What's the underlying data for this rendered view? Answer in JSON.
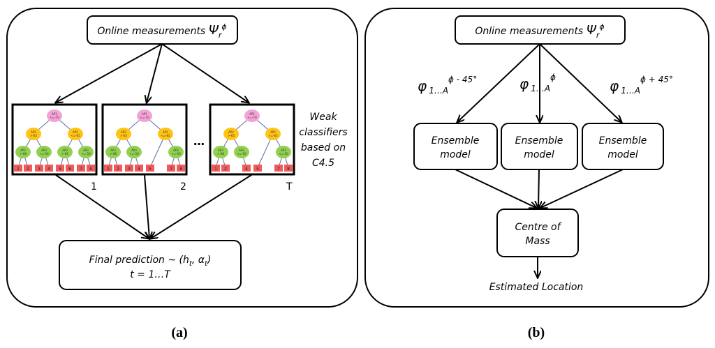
{
  "panel_a": {
    "input_box": {
      "text": "Online measurements ",
      "symbol": "Ψ",
      "sub": "r",
      "sup": "ϕ"
    },
    "trees": [
      {
        "label": "1",
        "leaves": [
          "1",
          "2",
          "3",
          "4",
          "5",
          "6",
          "7",
          "8"
        ]
      },
      {
        "label": "2",
        "leaves": [
          "1",
          "2",
          "3",
          "4",
          "5",
          "7",
          "8"
        ]
      },
      {
        "label": "T",
        "leaves": [
          "1",
          "2",
          "4",
          "5",
          "7",
          "8"
        ]
      }
    ],
    "tree_nodes": {
      "root": [
        "AP1",
        "<=-70"
      ],
      "left": [
        "AP2",
        ">-65"
      ],
      "right": [
        "AP2",
        "<=-65"
      ],
      "ll": [
        "AP3",
        ">-68"
      ],
      "lr": [
        "AP3",
        "<=-50"
      ],
      "rl": [
        "AP3",
        ">-60"
      ],
      "rr": [
        "AP3",
        "<=-50"
      ]
    },
    "ellipsis": "…",
    "side_label": [
      "Weak",
      "classifiers",
      "based on",
      "C4.5"
    ],
    "output_box": {
      "line1": "Final prediction ~ (h",
      "t1": "t",
      "mid": ",  α",
      "t2": "t",
      "end": ")",
      "line2": "t = 1…T"
    },
    "caption": "(a)"
  },
  "panel_b": {
    "input_box": {
      "text": "Online measurements ",
      "symbol": "Ψ",
      "sub": "r",
      "sup": "ϕ"
    },
    "branch_labels": [
      {
        "phi": "φ",
        "sub": "1…A",
        "sup": "ϕ - 45°"
      },
      {
        "phi": "φ",
        "sub": "1…A",
        "sup": "ϕ"
      },
      {
        "phi": "φ",
        "sub": "1…A",
        "sup": "ϕ + 45°"
      }
    ],
    "ensembles": [
      [
        "Ensemble",
        "model"
      ],
      [
        "Ensemble",
        "model"
      ],
      [
        "Ensemble",
        "model"
      ]
    ],
    "centre": [
      "Centre of",
      "Mass"
    ],
    "output": "Estimated Location",
    "caption": "(b)"
  },
  "colors": {
    "root": "#f4a3d8",
    "mid": "#ffc414",
    "low": "#92d050",
    "leaf": "#f05a5a",
    "edge": "#5a6fa0"
  }
}
